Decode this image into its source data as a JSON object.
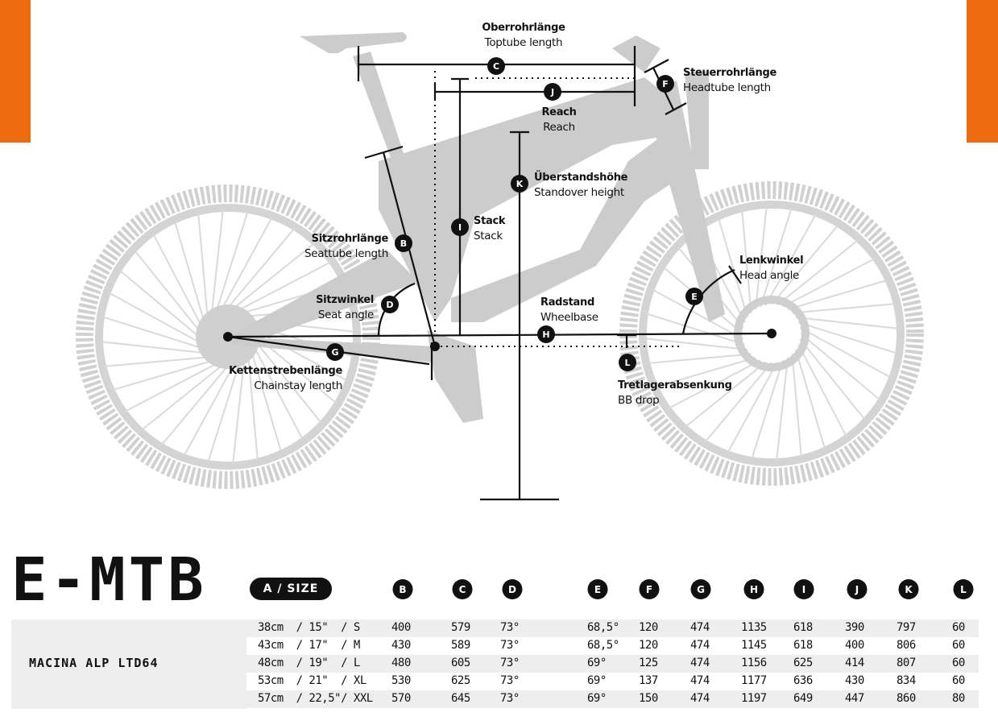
{
  "labels": {
    "C": {
      "de": "Oberrohrlänge",
      "en": "Toptube length"
    },
    "F": {
      "de": "Steuerrohrlänge",
      "en": "Headtube length"
    },
    "J": {
      "de": "Reach",
      "en": "Reach"
    },
    "K": {
      "de": "Überstandshöhe",
      "en": "Standover height"
    },
    "I": {
      "de": "Stack",
      "en": "Stack"
    },
    "B": {
      "de": "Sitzrohrlänge",
      "en": "Seattube length"
    },
    "E": {
      "de": "Lenkwinkel",
      "en": "Head angle"
    },
    "D": {
      "de": "Sitzwinkel",
      "en": "Seat angle"
    },
    "H": {
      "de": "Radstand",
      "en": "Wheelbase"
    },
    "G": {
      "de": "Kettenstrebenlänge",
      "en": "Chainstay length"
    },
    "L": {
      "de": "Tretlagerabsenkung",
      "en": "BB drop"
    }
  },
  "markers": [
    "C",
    "F",
    "J",
    "K",
    "I",
    "B",
    "E",
    "D",
    "H",
    "G",
    "L"
  ],
  "table": {
    "title": "E-MTB",
    "size_header": "A / SIZE",
    "columns": [
      "B",
      "C",
      "D",
      "E",
      "F",
      "G",
      "H",
      "I",
      "J",
      "K",
      "L"
    ],
    "model": "MACINA ALP LTD64",
    "rows": [
      {
        "size": "38cm  / 15\"  / S",
        "values": [
          "400",
          "579",
          "73°",
          "68,5°",
          "120",
          "474",
          "1135",
          "618",
          "390",
          "797",
          "60"
        ]
      },
      {
        "size": "43cm  / 17\"  / M",
        "values": [
          "430",
          "589",
          "73°",
          "68,5°",
          "120",
          "474",
          "1145",
          "618",
          "400",
          "806",
          "60"
        ]
      },
      {
        "size": "48cm  / 19\"  / L",
        "values": [
          "480",
          "605",
          "73°",
          "69°",
          "125",
          "474",
          "1156",
          "625",
          "414",
          "807",
          "60"
        ]
      },
      {
        "size": "53cm  / 21\"  / XL",
        "values": [
          "530",
          "625",
          "73°",
          "69°",
          "137",
          "474",
          "1177",
          "636",
          "430",
          "834",
          "60"
        ]
      },
      {
        "size": "57cm  / 22,5\"/ XXL",
        "values": [
          "570",
          "645",
          "73°",
          "69°",
          "150",
          "474",
          "1197",
          "649",
          "447",
          "860",
          "80"
        ]
      }
    ]
  },
  "colors": {
    "accent": "#ed6b0d",
    "bike": "#cfcfcf",
    "ink": "#111111",
    "row_shade": "#eeeeee"
  }
}
